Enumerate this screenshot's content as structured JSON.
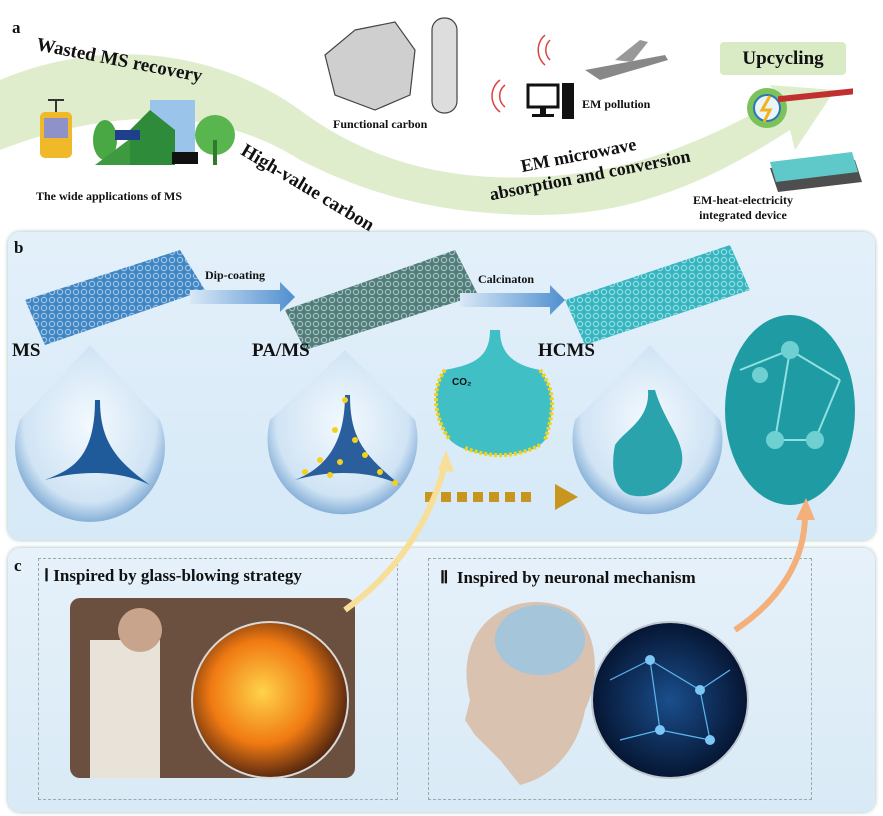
{
  "panel_a": {
    "letter": "a",
    "ribbon_left": "Wasted MS recovery",
    "ribbon_mid": "High-value carbon",
    "ribbon_right_1": "EM microwave",
    "ribbon_right_2": "absorption and conversion",
    "functional_carbon": "Functional carbon",
    "em_pollution": "EM pollution",
    "upcycling": "Upcycling",
    "applications": "The wide applications of MS",
    "device_1": "EM-heat-electricity",
    "device_2": "integrated device"
  },
  "panel_b": {
    "letter": "b",
    "step1": "Dip-coating",
    "step2": "Calcinaton",
    "ms": "MS",
    "pams": "PA/MS",
    "hcms": "HCMS",
    "co2": "CO₂"
  },
  "panel_c": {
    "letter": "c",
    "left_numeral": "Ⅰ",
    "left_title": "Inspired by glass-blowing strategy",
    "right_numeral": "Ⅱ",
    "right_title": "Inspired by neuronal mechanism"
  },
  "colors": {
    "ribbon": "#dcebc8",
    "panel_bg": "#dcebf7",
    "ms_blue": "#2f6fb0",
    "hcms_teal": "#2fb3bf",
    "dots": "#f2d21c",
    "arrow_gold": "#c8961e",
    "arrow_peach": "#f4b07a"
  }
}
